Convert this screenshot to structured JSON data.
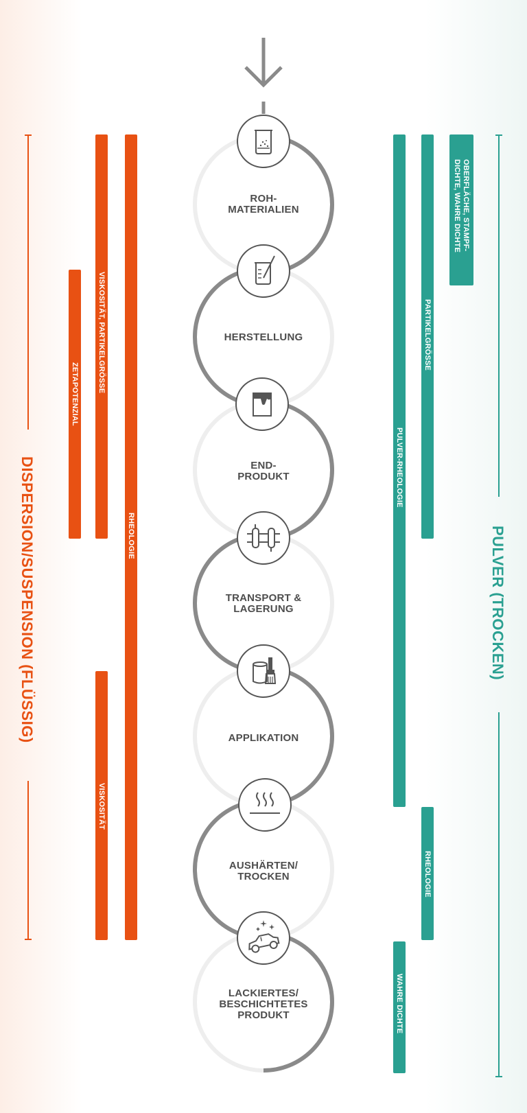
{
  "stages": [
    {
      "line1": "ROH-",
      "line2": "MATERIALIEN",
      "line3": "",
      "icon": "beaker-icon"
    },
    {
      "line1": "HERSTELLUNG",
      "line2": "",
      "line3": "",
      "icon": "mixing-beaker-icon"
    },
    {
      "line1": "END-",
      "line2": "PRODUKT",
      "line3": "",
      "icon": "paint-can-icon"
    },
    {
      "line1": "TRANSPORT &",
      "line2": "LAGERUNG",
      "line3": "",
      "icon": "pipeline-icon"
    },
    {
      "line1": "APPLIKATION",
      "line2": "",
      "line3": "",
      "icon": "paint-brush-icon"
    },
    {
      "line1": "AUSHÄRTEN/",
      "line2": "TROCKEN",
      "line3": "",
      "icon": "heat-waves-icon"
    },
    {
      "line1": "LACKIERTES/",
      "line2": "BESCHICHTETES",
      "line3": "PRODUKT",
      "icon": "shiny-car-icon"
    }
  ],
  "left": {
    "title": "DISPERSION/SUSPENSION (FLÜSSIG)",
    "color": "#e85113",
    "bars": {
      "zetapotenzial": "ZETAPOTENZIAL",
      "viskositaet_partikel": "VISKOSITÄT, PARTIKELGRÖSSE",
      "viskositaet": "VISKOSITÄT",
      "rheologie": "RHEOLOGIE"
    }
  },
  "right": {
    "title": "PULVER (TROCKEN)",
    "color": "#2aa091",
    "bars": {
      "pulver_rheologie": "PULVER-RHEOLOGIE",
      "wahre_dichte": "WAHRE DICHTE",
      "partikelgroesse": "PARTIKELGRÖSSE",
      "rheologie": "RHEOLOGIE",
      "oberflaeche_line1": "OBERFLÄCHE, STAMPF-",
      "oberflaeche_line2": "DICHTE, WAHRE DICHTE"
    }
  },
  "colors": {
    "arc_dark": "#8a8a8a",
    "arc_light": "#eeeeee",
    "text": "#4d4d4d"
  }
}
